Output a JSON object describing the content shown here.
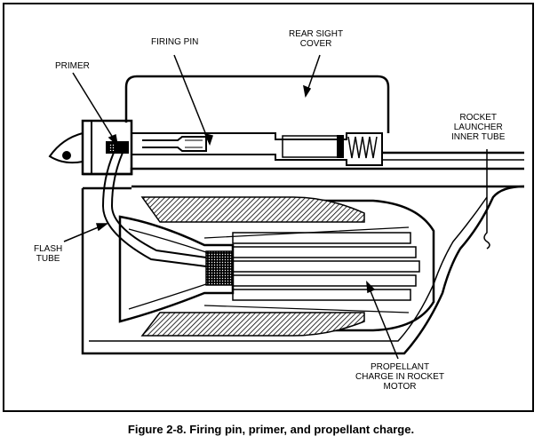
{
  "labels": {
    "firing_pin": "FIRING PIN",
    "rear_sight_cover_line1": "REAR SIGHT",
    "rear_sight_cover_line2": "COVER",
    "primer": "PRIMER",
    "rocket_launcher_line1": "ROCKET",
    "rocket_launcher_line2": "LAUNCHER",
    "rocket_launcher_line3": "INNER TUBE",
    "flash_tube_line1": "FLASH",
    "flash_tube_line2": "TUBE",
    "propellant_line1": "PROPELLANT",
    "propellant_line2": "CHARGE IN ROCKET",
    "propellant_line3": "MOTOR"
  },
  "caption": "Figure 2-8.  Firing pin, primer, and propellant charge."
}
